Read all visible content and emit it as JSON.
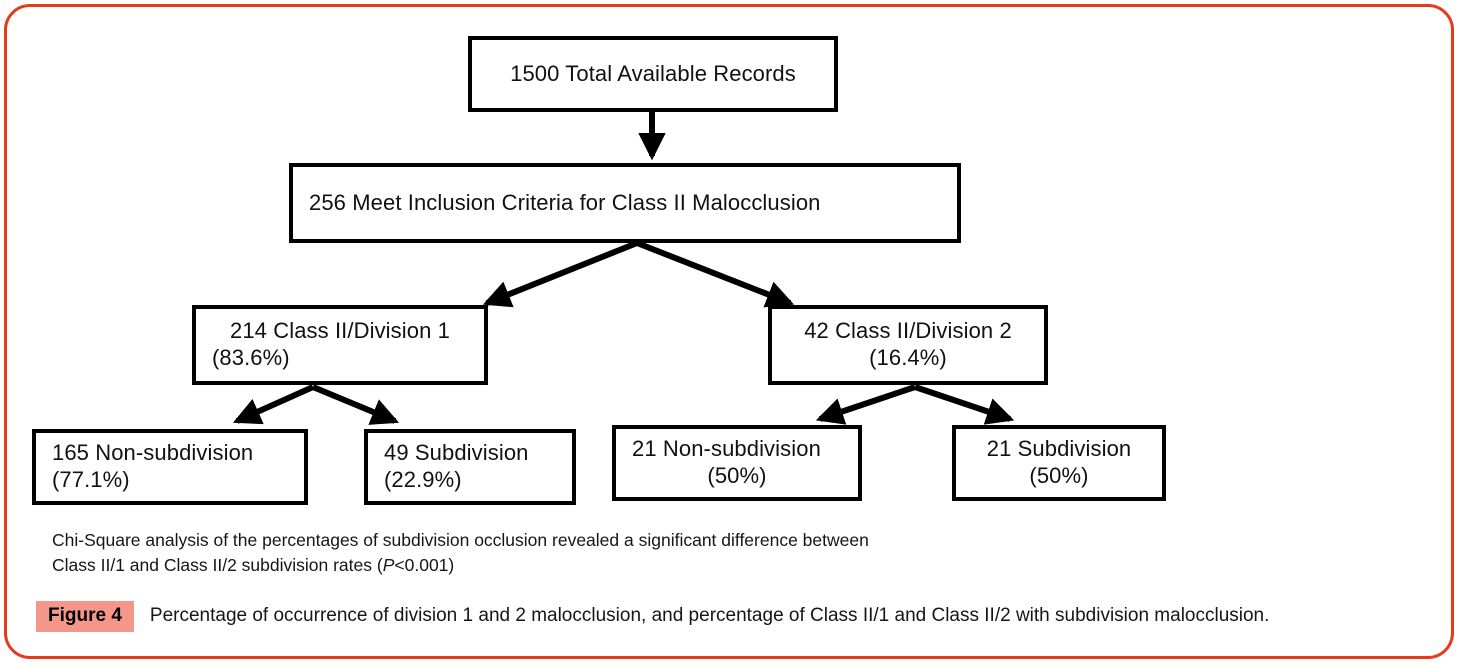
{
  "figure": {
    "frame_color": "#e8391b",
    "tag_bg_color": "#f4978a",
    "tag_label": "Figure 4",
    "caption": "Percentage of occurrence of division 1 and 2 malocclusion, and percentage of Class II/1 and Class II/2 with subdivision malocclusion."
  },
  "notes": {
    "line1": "Chi-Square analysis of the percentages of subdivision occlusion revealed a significant difference between",
    "line2_pre": "Class II/1 and Class II/2 subdivision rates (",
    "line2_stat_italic": "P",
    "line2_post": "<0.001)"
  },
  "flowchart": {
    "type": "flowchart",
    "nodes": [
      {
        "id": "total",
        "line1": "1500 Total Available Records",
        "line2": ""
      },
      {
        "id": "inclusion",
        "line1": "256 Meet Inclusion Criteria for Class II Malocclusion",
        "line2": ""
      },
      {
        "id": "div1",
        "line1": "214 Class II/Division 1",
        "line2": "(83.6%)"
      },
      {
        "id": "div2",
        "line1": "42 Class II/Division 2",
        "line2": "(16.4%)"
      },
      {
        "id": "div1-nonsub",
        "line1": "165 Non-subdivision",
        "line2": "(77.1%)"
      },
      {
        "id": "div1-sub",
        "line1": "49 Subdivision",
        "line2": "(22.9%)"
      },
      {
        "id": "div2-nonsub",
        "line1": "21 Non-subdivision",
        "line2": "(50%)"
      },
      {
        "id": "div2-sub",
        "line1": "21 Subdivision",
        "line2": "(50%)"
      }
    ],
    "edges": [
      {
        "from": "total",
        "to": "inclusion",
        "style": "vertical-arrow"
      },
      {
        "from": "inclusion",
        "to": "div1",
        "style": "diagonal-arrow"
      },
      {
        "from": "inclusion",
        "to": "div2",
        "style": "diagonal-arrow"
      },
      {
        "from": "div1",
        "to": "div1-nonsub",
        "style": "diagonal-arrow"
      },
      {
        "from": "div1",
        "to": "div1-sub",
        "style": "diagonal-arrow"
      },
      {
        "from": "div2",
        "to": "div2-nonsub",
        "style": "diagonal-arrow"
      },
      {
        "from": "div2",
        "to": "div2-sub",
        "style": "diagonal-arrow"
      }
    ]
  }
}
